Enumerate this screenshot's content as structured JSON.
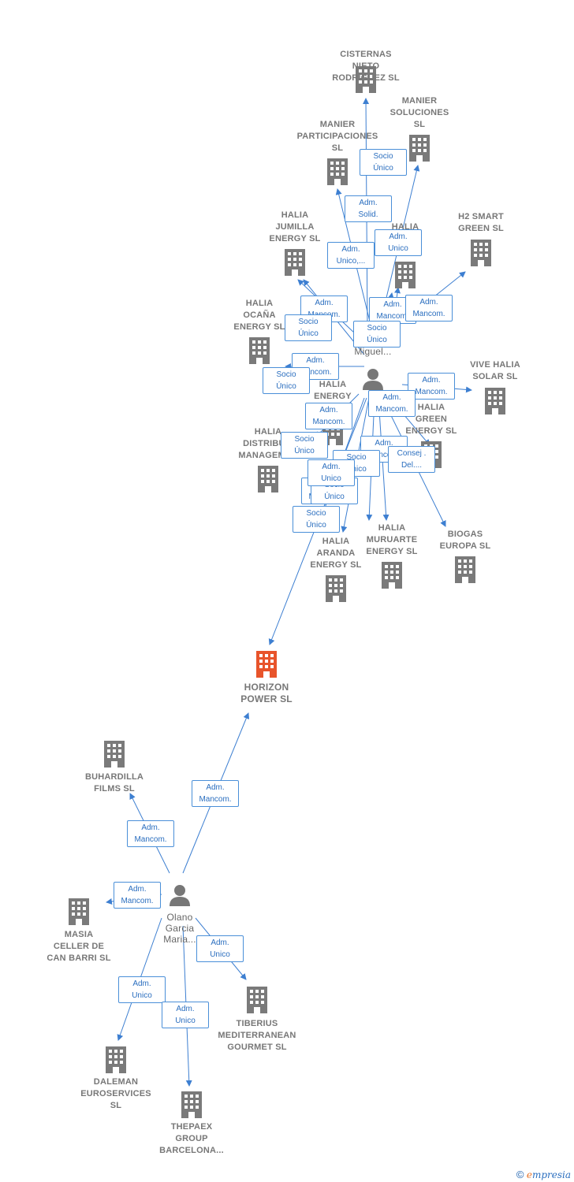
{
  "colors": {
    "building": "#7a7a7a",
    "main_building": "#e8542b",
    "person": "#777777",
    "edge": "#3d7fd1"
  },
  "nodes": [
    {
      "id": "cisternas",
      "type": "company",
      "label": "CISTERNAS\nNIETO\nRODRIGUEZ SL"
    },
    {
      "id": "manier_sol",
      "type": "company",
      "label": "MANIER\nSOLUCIONES\nSL"
    },
    {
      "id": "manier_part",
      "type": "company",
      "label": "MANIER\nPARTICIPACIONES\nSL"
    },
    {
      "id": "halia_jumilla",
      "type": "company",
      "label": "HALIA\nJUMILLA\nENERGY  SL"
    },
    {
      "id": "halia_an",
      "type": "company",
      "label": "HALIA\nAN\nE         SL"
    },
    {
      "id": "h2smart",
      "type": "company",
      "label": "H2 SMART\nGREEN  SL"
    },
    {
      "id": "halia_ocana",
      "type": "company",
      "label": "HALIA\nOCAÑA\nENERGY  SL"
    },
    {
      "id": "vive_halia",
      "type": "company",
      "label": "VIVE HALIA\nSOLAR  SL"
    },
    {
      "id": "halia_energy_int",
      "type": "company",
      "label": "HALIA\nENERGY\nIN          T..."
    },
    {
      "id": "halia_green",
      "type": "company",
      "label": "HALIA\nGREEN\nENERGY  SL"
    },
    {
      "id": "halia_distrib",
      "type": "company",
      "label": "HALIA\nDISTRIBUTI\nMANAGEMEN"
    },
    {
      "id": "halia_aranda",
      "type": "company",
      "label": "HALIA\nARANDA\nENERGY  SL"
    },
    {
      "id": "halia_muruarte",
      "type": "company",
      "label": "HALIA\nMURUARTE\nENERGY  SL"
    },
    {
      "id": "biogas",
      "type": "company",
      "label": "BIOGAS\nEUROPA  SL"
    },
    {
      "id": "horizon",
      "type": "main",
      "label": "HORIZON\nPOWER  SL"
    },
    {
      "id": "buhardilla",
      "type": "company",
      "label": "BUHARDILLA\nFILMS  SL"
    },
    {
      "id": "masia",
      "type": "company",
      "label": "MASIA\nCELLER DE\nCAN BARRI  SL"
    },
    {
      "id": "tiberius",
      "type": "company",
      "label": "TIBERIUS\nMEDITERRANEAN\nGOURMET  SL"
    },
    {
      "id": "daleman",
      "type": "company",
      "label": "DALEMAN\nEUROSERVICES\nSL"
    },
    {
      "id": "thepaex",
      "type": "company",
      "label": "THEPAEX\nGROUP\nBARCELONA..."
    },
    {
      "id": "rodriguez",
      "type": "person",
      "label": "Ro\nMiguel..."
    },
    {
      "id": "olano",
      "type": "person",
      "label": "Olano\nGarcia\nMaria..."
    }
  ],
  "relations": [
    {
      "label": "Socio\nÚnico"
    },
    {
      "label": "Adm.\nSolid."
    },
    {
      "label": "Adm.\nUnico,..."
    },
    {
      "label": "Adm.\nUnico"
    },
    {
      "label": "Adm.\nMancom."
    },
    {
      "label": "Adm.\nMancom."
    },
    {
      "label": "Adm.\nMancom."
    },
    {
      "label": "Socio\nÚnico"
    },
    {
      "label": "Socio\nÚnico"
    },
    {
      "label": "Adm.\nMancom."
    },
    {
      "label": "Socio\nÚnico"
    },
    {
      "label": "Adm.\nMancom."
    },
    {
      "label": "Adm.\nMancom."
    },
    {
      "label": "Adm.\nMancom."
    },
    {
      "label": "Socio\nÚnico"
    },
    {
      "label": "Adm.\nMancom."
    },
    {
      "label": "Socio\nÚnico"
    },
    {
      "label": "Consej .\nDel...."
    },
    {
      "label": "Adm.\nMancom."
    },
    {
      "label": "Socio\nÚnico"
    },
    {
      "label": "Socio\nÚnico"
    },
    {
      "label": "Adm.\nMancom."
    },
    {
      "label": "Adm.\nMancom."
    },
    {
      "label": "Adm.\nMancom."
    },
    {
      "label": "Adm.\nUnico"
    },
    {
      "label": "Adm.\nUnico"
    },
    {
      "label": "Adm.\nUnico"
    },
    {
      "label": "Adm.\nUnico"
    }
  ],
  "footer": {
    "copyright": "©",
    "brand_e": "e",
    "brand_rest": "mpresia"
  }
}
